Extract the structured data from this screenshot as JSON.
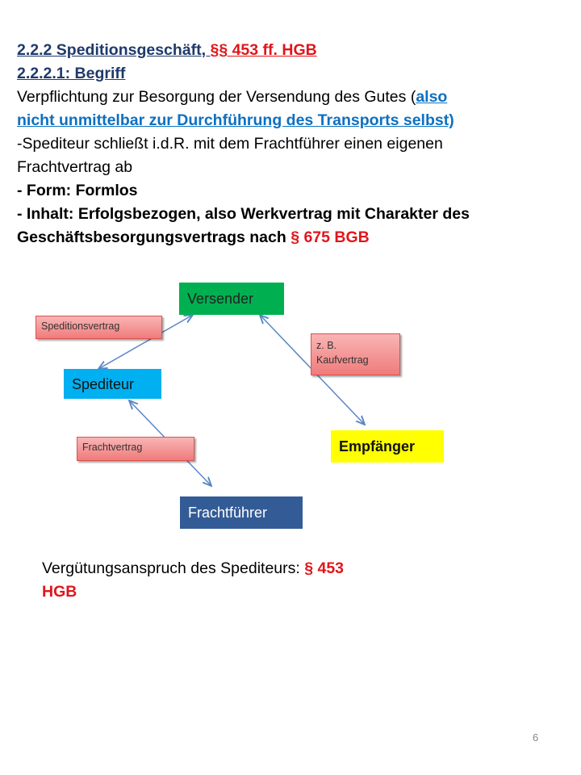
{
  "heading": {
    "number_title": "2.2.2 Speditionsgeschäft, ",
    "law_ref": "§§ 453 ff. HGB",
    "subheading": "2.2.2.1: Begriff"
  },
  "body": {
    "line1_a": "Verpflichtung zur Besorgung der Versendung des Gutes (",
    "line1_b": "also",
    "line2": "nicht unmittelbar zur Durchführung des Transports selbst)",
    "line3": "-Spediteur schließt i.d.R. mit dem Frachtführer einen eigenen",
    "line4": "Frachtvertrag ab",
    "line5": "- Form: Formlos",
    "line6": "- Inhalt: Erfolgsbezogen, also Werkvertrag mit Charakter des",
    "line7_a": "Geschäftsbesorgungsvertrags nach ",
    "line7_b": "§ 675 BGB"
  },
  "diagram": {
    "versender": "Versender",
    "spediteur": "Spediteur",
    "empfaenger": "Empfänger",
    "frachtfuehrer": "Frachtführer",
    "label_speditionsvertrag": "Speditionsvertrag",
    "label_kaufvertrag_1": "z. B.",
    "label_kaufvertrag_2": "Kaufvertrag",
    "label_frachtvertrag": "Frachtvertrag",
    "colors": {
      "versender": "#00b050",
      "spediteur": "#00b0f0",
      "empfaenger": "#ffff00",
      "frachtfuehrer": "#335c96",
      "arrow": "#5b86c6"
    }
  },
  "footer": {
    "line1_a": "Vergütungsanspruch des Spediteurs: ",
    "line1_b": "§ 453",
    "line2": "HGB"
  },
  "page_number": "6"
}
